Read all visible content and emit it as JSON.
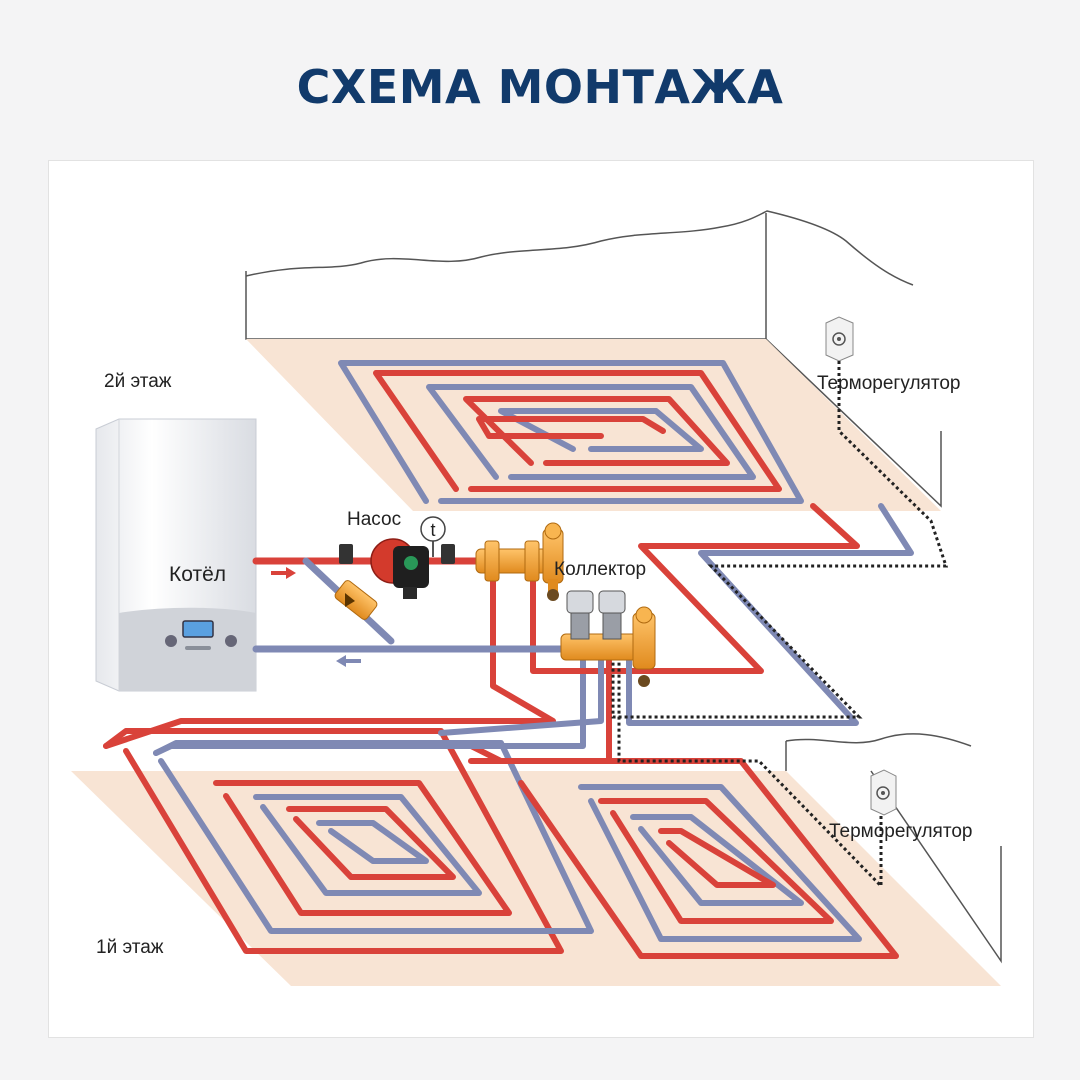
{
  "title": "СХЕМА МОНТАЖА",
  "labels": {
    "floor_2": "2й этаж",
    "floor_1": "1й этаж",
    "boiler": "Котёл",
    "pump": "Насос",
    "thermometer": "t",
    "collector": "Коллектор",
    "thermostat_top": "Терморегулятор",
    "thermostat_bottom": "Терморегулятор"
  },
  "colors": {
    "title": "#113a6b",
    "supply_pipe": "#d9423a",
    "return_pipe": "#7f89b4",
    "floor_slab": "#f8e4d4",
    "collector_brass": "#f2a23c",
    "control_wire": "#222222"
  },
  "icons": [
    "boiler-icon",
    "pump-icon",
    "thermometer-icon",
    "collector-icon",
    "thermostat-icon",
    "flow-arrow-icon"
  ]
}
